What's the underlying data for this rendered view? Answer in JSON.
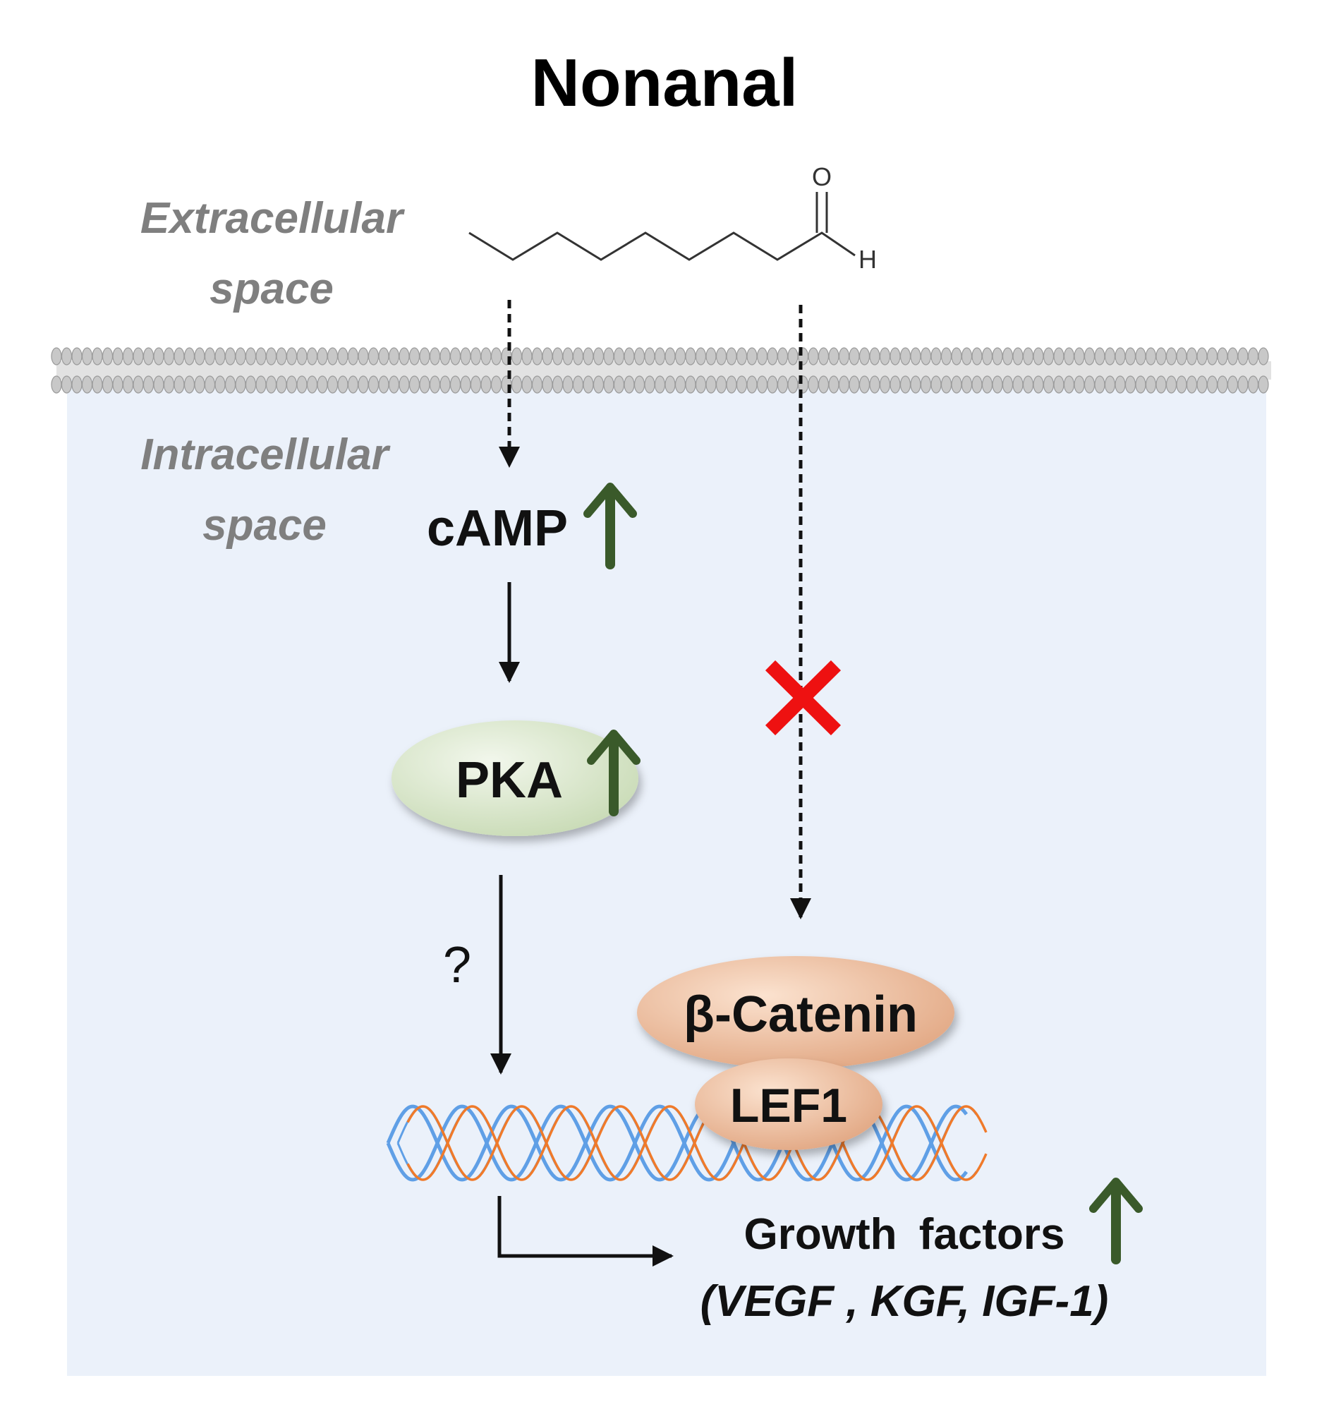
{
  "title": "Nonanal",
  "regions": {
    "extracellular": [
      "Extracellular",
      "space"
    ],
    "intracellular": [
      "Intracellular",
      "space"
    ]
  },
  "molecule": {
    "oxygen_label": "O",
    "hydrogen_label": "H"
  },
  "nodes": {
    "camp": "cAMP",
    "pka": "PKA",
    "beta_catenin": "β-Catenin",
    "lef1": "LEF1"
  },
  "question_mark": "?",
  "output": {
    "label": "Growth factors",
    "examples": "(VEGF , KGF, IGF-1)"
  },
  "colors": {
    "intracellular_bg": "#ebf1fa",
    "membrane": "#c8c8c8",
    "membrane_stroke": "#9a9a9a",
    "up_arrow": "#3a5a2a",
    "pka_fill": "#dce8cf",
    "catenin_fill": "#f0c4a4",
    "block_x": "#ee1111",
    "dna_blue": "#5f9fe6",
    "dna_orange": "#f07a2a",
    "region_text": "#7f7f7f"
  },
  "icons": {
    "blocked": "red-x-icon",
    "increase": "up-arrow-icon"
  }
}
